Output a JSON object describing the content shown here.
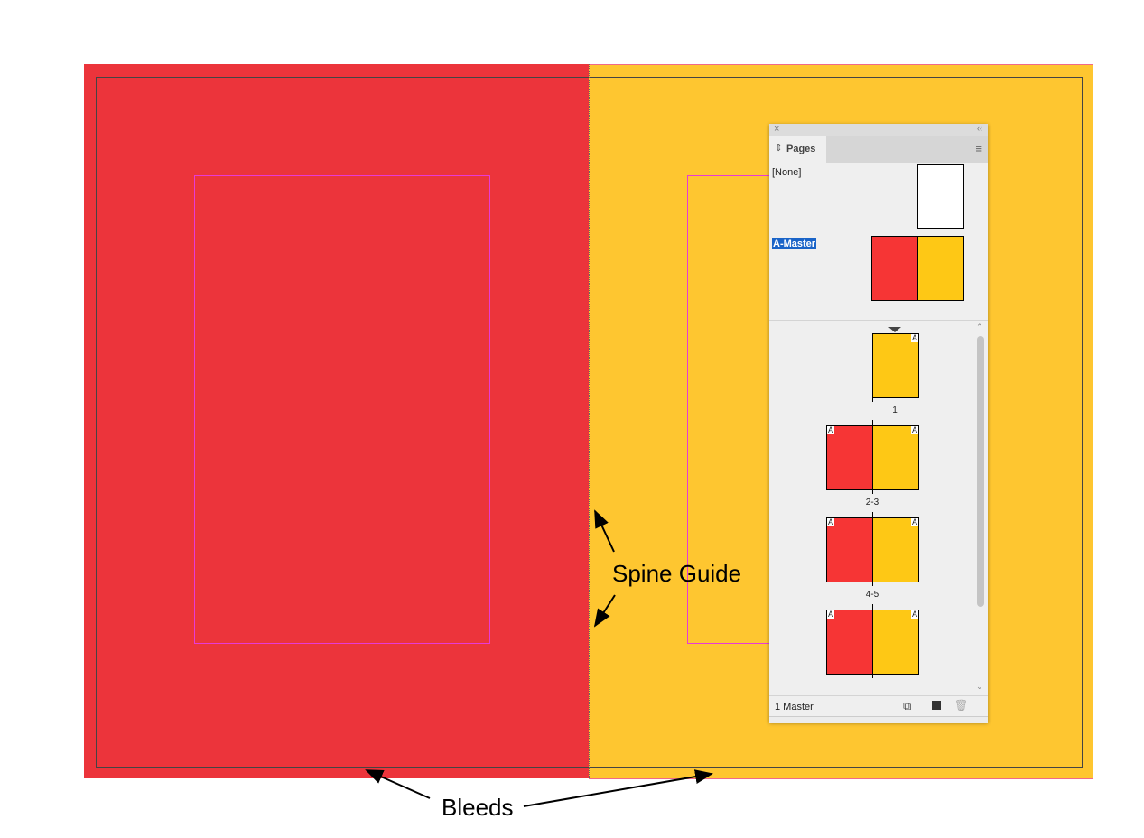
{
  "colors": {
    "red_page": "#ec343b",
    "yellow_page": "#fec630",
    "margin": "#e83ad6",
    "selection": "#1a64c8"
  },
  "panel": {
    "tab": "Pages",
    "masters": [
      {
        "label": "[None]"
      },
      {
        "label": "A-Master"
      }
    ],
    "pages": [
      {
        "label": "1"
      },
      {
        "label": "2-3"
      },
      {
        "label": "4-5"
      }
    ],
    "master_badge": "A",
    "footer": "1 Master"
  },
  "annotations": {
    "spine": "Spine Guide",
    "bleeds": "Bleeds"
  }
}
